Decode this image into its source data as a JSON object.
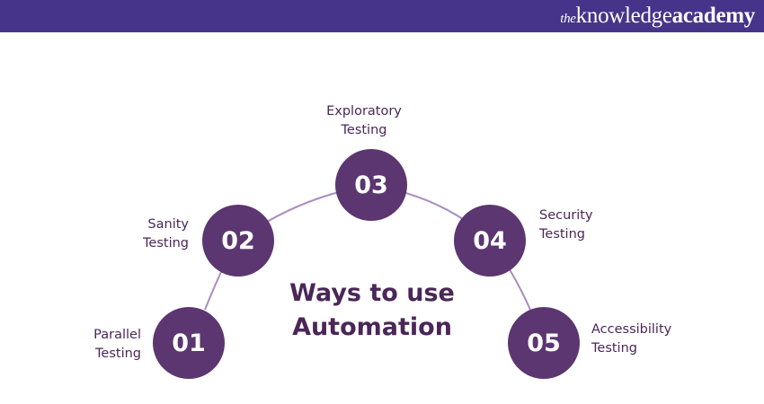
{
  "header": {
    "brand_prefix": "the",
    "brand_main": "knowledge",
    "brand_suffix": "academy",
    "background_color": "#46348a"
  },
  "diagram": {
    "title_line1": "Ways to use",
    "title_line2": "Automation",
    "node_color": "#5b3670",
    "connector_color": "#a98cc0",
    "steps": [
      {
        "number": "01",
        "label_line1": "Parallel",
        "label_line2": "Testing"
      },
      {
        "number": "02",
        "label_line1": "Sanity",
        "label_line2": "Testing"
      },
      {
        "number": "03",
        "label_line1": "Exploratory",
        "label_line2": "Testing"
      },
      {
        "number": "04",
        "label_line1": "Security",
        "label_line2": "Testing"
      },
      {
        "number": "05",
        "label_line1": "Accessibility",
        "label_line2": "Testing"
      }
    ]
  }
}
